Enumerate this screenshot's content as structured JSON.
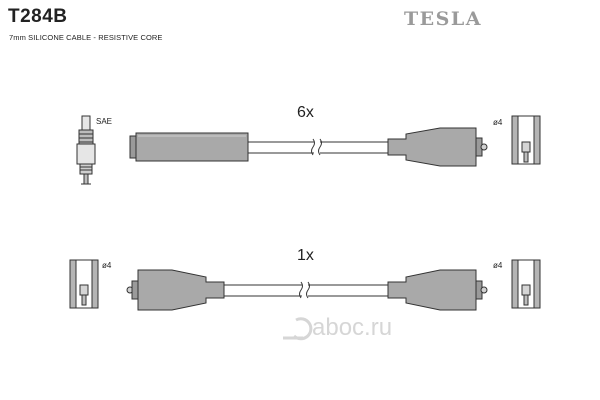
{
  "header": {
    "part_number": "T284B",
    "subtitle": "7mm SILICONE CABLE - RESISTIVE CORE",
    "brand": "TESLA"
  },
  "cables": [
    {
      "quantity": "6x",
      "left_end": "spark-plug-boot",
      "left_label": "SAE",
      "right_label": "ø4"
    },
    {
      "quantity": "1x",
      "left_end": "coil-boot",
      "left_label": "ø4",
      "right_label": "ø4"
    }
  ],
  "watermark": "aboc.ru",
  "colors": {
    "boot_fill": "#a9a9a9",
    "outline": "#333333",
    "brand": "#9a9a9a",
    "watermark": "#d6d6d6"
  }
}
